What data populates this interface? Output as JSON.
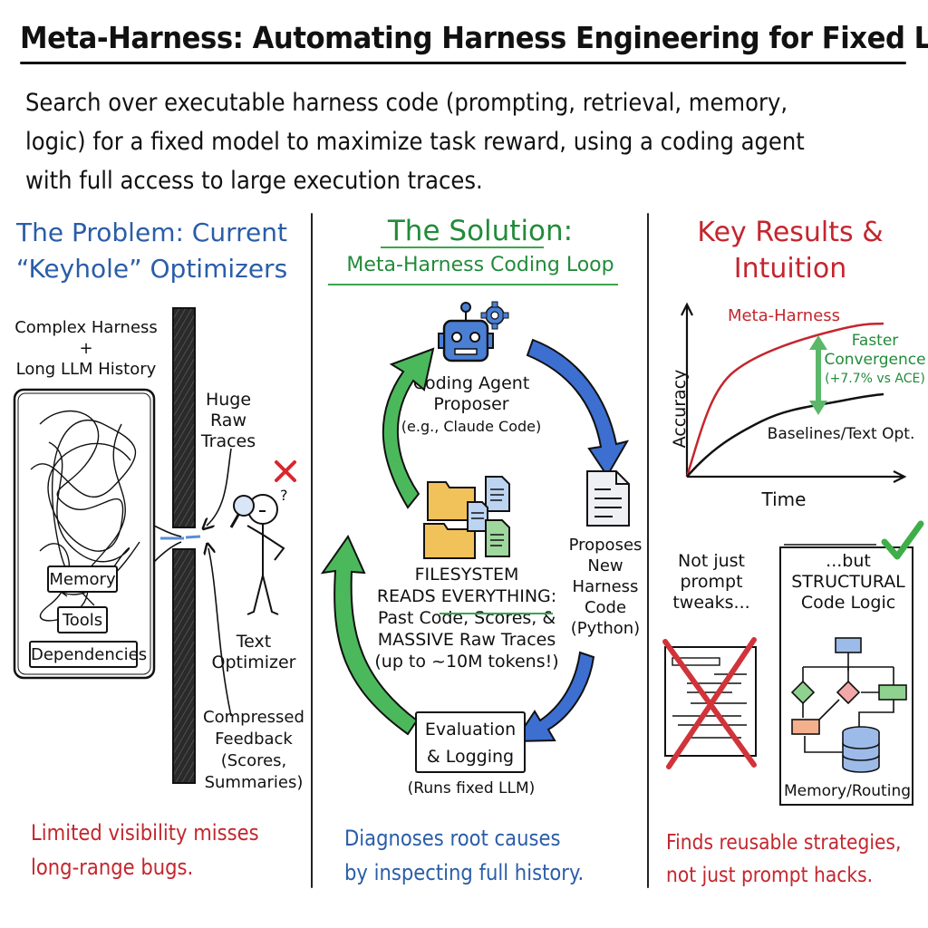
{
  "header": {
    "title": "Meta-Harness: Automating Harness Engineering for Fixed LLMs",
    "subtitle_lines": [
      "Search over executable harness code (prompting, retrieval, memory,",
      "logic) for a fixed model to maximize task reward, using a coding agent",
      "with full access to large execution traces."
    ]
  },
  "problem": {
    "heading_lines": [
      "The Problem: Current",
      "“Keyhole” Optimizers"
    ],
    "harness_label_lines": [
      "Complex Harness",
      "+",
      "Long LLM History"
    ],
    "components": [
      "Memory",
      "Tools",
      "Dependencies"
    ],
    "raw_traces_lines": [
      "Huge",
      "Raw",
      "Traces"
    ],
    "optimizer_lines": [
      "Text",
      "Optimizer"
    ],
    "feedback_lines": [
      "Compressed",
      "Feedback",
      "(Scores,",
      "Summaries)"
    ],
    "footer_lines": [
      "Limited visibility misses",
      "long-range bugs."
    ],
    "colors": {
      "heading": "#2a5da8",
      "footer": "#c4262e",
      "x_mark": "#d9262e"
    }
  },
  "solution": {
    "heading_lines": [
      "The Solution:",
      "Meta-Harness Coding Loop"
    ],
    "agent_lines": [
      "Coding Agent",
      "Proposer",
      "(e.g., Claude Code)"
    ],
    "filesystem_lines": [
      "FILESYSTEM",
      "READS EVERYTHING:",
      "Past Code, Scores, &",
      "MASSIVE Raw Traces",
      "(up to ~10M tokens!)"
    ],
    "proposes_lines": [
      "Proposes",
      "New",
      "Harness",
      "Code",
      "(Python)"
    ],
    "evaluation_lines": [
      "Evaluation",
      "& Logging"
    ],
    "evaluation_note": "(Runs fixed LLM)",
    "footer_lines": [
      "Diagnoses root causes",
      "by inspecting full history."
    ],
    "colors": {
      "heading": "#228b3a",
      "footer": "#2a5da8",
      "green_arrow": "#4cb85c",
      "blue_arrow": "#3c6fd0",
      "robot": "#4a7fd4"
    }
  },
  "results": {
    "heading_lines": [
      "Key Results &",
      "Intuition"
    ],
    "chart": {
      "ylabel": "Accuracy",
      "xlabel": "Time",
      "series": [
        {
          "name": "Meta-Harness",
          "color": "#c4262e"
        },
        {
          "name": "Baselines/Text Opt.",
          "color": "#111111"
        }
      ],
      "annotation_lines": [
        "Faster",
        "Convergence",
        "(+7.7% vs ACE)"
      ]
    },
    "not_just_lines": [
      "Not just",
      "prompt",
      "tweaks..."
    ],
    "but_lines": [
      "...but",
      "STRUCTURAL",
      "Code Logic"
    ],
    "memory_routing": "Memory/Routing",
    "footer_lines": [
      "Finds reusable strategies,",
      "not just prompt hacks."
    ],
    "colors": {
      "heading": "#c4262e",
      "annotation": "#228b3a",
      "check": "#3fae49"
    }
  }
}
